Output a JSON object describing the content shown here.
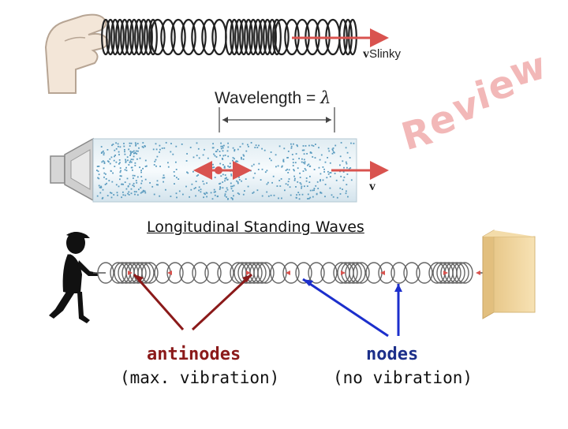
{
  "top": {
    "velocity_symbol": "v",
    "slinky_label": "Slinky",
    "wavelength_label": "Wavelength = ",
    "lambda_symbol": "λ",
    "tube_velocity_symbol": "v"
  },
  "watermark": {
    "letters": [
      "R",
      "e",
      "v",
      "i",
      "e",
      "w"
    ],
    "color": "#f2b8b8"
  },
  "title": "Longitudinal Standing Waves",
  "labels": {
    "antinodes": "antinodes",
    "antinodes_desc": "(max. vibration)",
    "nodes": "nodes",
    "nodes_desc": "(no vibration)"
  },
  "colors": {
    "antinode": "#8b1a1a",
    "node": "#1c2f8a",
    "arrow": "#d9534f",
    "particles": "#5a9bbf",
    "wall": "#f0d49a"
  },
  "icons": [
    "hand-icon",
    "speaker-icon",
    "person-icon",
    "wall-icon"
  ]
}
